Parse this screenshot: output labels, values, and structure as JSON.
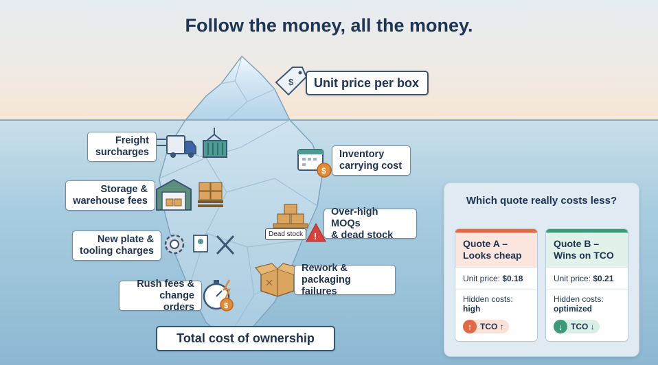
{
  "title": "Follow the money, all the money.",
  "tip_label": "Unit price per box",
  "hidden_costs": [
    {
      "text": "Freight\nsurcharges",
      "icon": "delivery-truck-icon"
    },
    {
      "text": "Storage &\nwarehouse fees",
      "icon": "warehouse-icon"
    },
    {
      "text": "New plate &\ntooling charges",
      "icon": "gear-tools-icon"
    },
    {
      "text": "Rush fees &\nchange orders",
      "icon": "stopwatch-icon"
    },
    {
      "text": "Inventory\ncarrying cost",
      "icon": "calendar-dollar-icon"
    },
    {
      "text": "Over-high MOQs\n& dead stock",
      "icon": "box-stack-warning-icon"
    },
    {
      "text": "Rework &\npackaging failures",
      "icon": "open-box-icon"
    }
  ],
  "dead_stock_tag": "Dead stock",
  "base_label": "Total cost of ownership",
  "comparison": {
    "title": "Which quote really costs less?",
    "quote_a": {
      "name": "Quote A –\nLooks cheap",
      "unit_price_label": "Unit price:",
      "unit_price": "$0.18",
      "hidden_label": "Hidden costs:",
      "hidden_value": "high",
      "tco": "TCO",
      "arrow": "↑",
      "accent": "#e06a45"
    },
    "quote_b": {
      "name": "Quote B –\nWins on TCO",
      "unit_price_label": "Unit price:",
      "unit_price": "$0.21",
      "hidden_label": "Hidden costs:",
      "hidden_value": "optimized",
      "tco": "TCO",
      "arrow": "↓",
      "accent": "#3c9a7a"
    }
  },
  "colors": {
    "navy": "#1f3554",
    "water": "#a9cde0",
    "orange": "#e08a3a"
  }
}
